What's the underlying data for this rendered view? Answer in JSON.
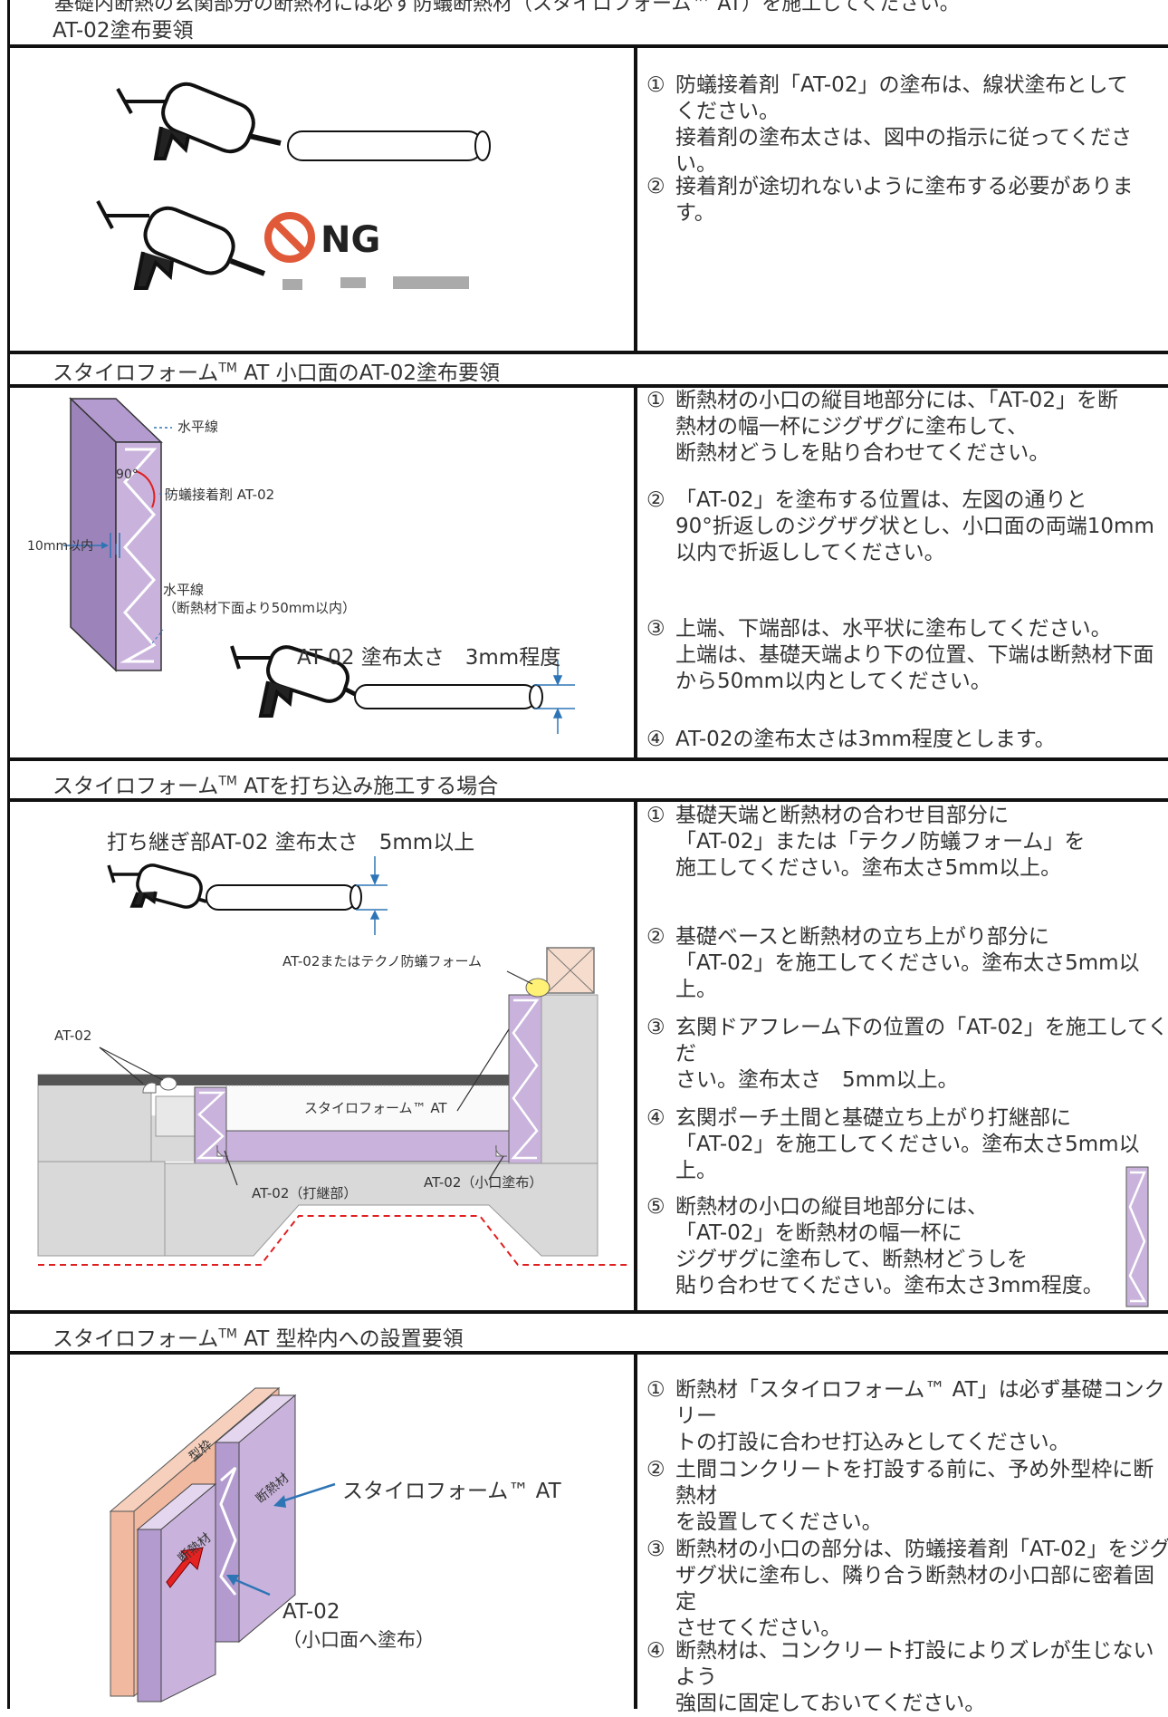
{
  "top_cut_text": "基礎内断熱の玄関部分の断熱材には必ず防蟻断熱材（スタイロフォーム™ AT）を施工してください。",
  "sections": [
    {
      "title": "AT-02塗布要領",
      "ng_label": "NG",
      "items": [
        {
          "num": "①",
          "text": "防蟻接着剤「AT-02」の塗布は、線状塗布として\nください。\n接着剤の塗布太さは、図中の指示に従ってください。"
        },
        {
          "num": "②",
          "text": "接着剤が途切れないように塗布する必要があります。"
        }
      ]
    },
    {
      "title_pre": "スタイロフォーム",
      "title_tm": "TM",
      "title_post": " AT  小口面のAT-02塗布要領",
      "labels": {
        "horizontal_line": "水平線",
        "angle": "90°",
        "adhesive": "防蟻接着剤 AT-02",
        "within_10mm": "10mm以内",
        "horizontal_line2": "水平線",
        "horizontal_line2_note": "（断熱材下面より50mm以内）",
        "thickness": "AT-02 塗布太さ　3mm程度"
      },
      "items": [
        {
          "num": "①",
          "text": "断熱材の小口の縦目地部分には、「AT-02」を断\n熱材の幅一杯にジグザグに塗布して、\n断熱材どうしを貼り合わせてください。"
        },
        {
          "num": "②",
          "text": "「AT-02」を塗布する位置は、左図の通りと\n90°折返しのジグザグ状とし、小口面の両端10mm\n以内で折返ししてください。"
        },
        {
          "num": "③",
          "text": "上端、下端部は、水平状に塗布してください。\n上端は、基礎天端より下の位置、下端は断熱材下面\nから50mm以内としてください。"
        },
        {
          "num": "④",
          "text": "AT-02の塗布太さは3mm程度とします。"
        }
      ]
    },
    {
      "title_pre": "スタイロフォーム",
      "title_tm": "TM",
      "title_post": " ATを打ち込み施工する場合",
      "labels": {
        "joint_thickness": "打ち継ぎ部AT-02 塗布太さ　5mm以上",
        "at02_or_foam": "AT-02またはテクノ防蟻フォーム",
        "at02": "AT-02",
        "styrofoam": "スタイロフォーム™ AT",
        "at02_joint": "AT-02（打継部）",
        "at02_edge": "AT-02（小口塗布）"
      },
      "items": [
        {
          "num": "①",
          "text": "基礎天端と断熱材の合わせ目部分に\n「AT-02」または「テクノ防蟻フォーム」を\n施工してください。塗布太さ5mm以上。"
        },
        {
          "num": "②",
          "text": "基礎ベースと断熱材の立ち上がり部分に\n「AT-02」を施工してください。塗布太さ5mm以上。"
        },
        {
          "num": "③",
          "text": "玄関ドアフレーム下の位置の「AT-02」を施工してくだ\nさい。塗布太さ　5mm以上。"
        },
        {
          "num": "④",
          "text": "玄関ポーチ土間と基礎立ち上がり打継部に\n「AT-02」を施工してください。塗布太さ5mm以上。"
        },
        {
          "num": "⑤",
          "text": "断熱材の小口の縦目地部分には、\n「AT-02」を断熱材の幅一杯に\nジグザグに塗布して、断熱材どうしを\n貼り合わせてください。塗布太さ3mm程度。"
        }
      ]
    },
    {
      "title_pre": "スタイロフォーム",
      "title_tm": "TM",
      "title_post": " AT  型枠内への設置要領",
      "labels": {
        "formwork": "型枠",
        "insulation_a": "断熱材",
        "insulation_b": "断熱材",
        "styrofoam": "スタイロフォーム™ AT",
        "at02": "AT-02",
        "at02_note": "（小口面へ塗布）"
      },
      "items": [
        {
          "num": "①",
          "text": "断熱材「スタイロフォーム™ AT」は必ず基礎コンクリー\nトの打設に合わせ打込みとしてください。"
        },
        {
          "num": "②",
          "text": "土間コンクリートを打設する前に、予め外型枠に断熱材\nを設置してください。"
        },
        {
          "num": "③",
          "text": "断熱材の小口の部分は、防蟻接着剤「AT-02」をジグ\nザグ状に塗布し、隣り合う断熱材の小口部に密着固定\nさせてください。"
        },
        {
          "num": "④",
          "text": "断熱材は、コンクリート打設によりズレが生じないよう\n強固に固定しておいてください。"
        }
      ]
    }
  ],
  "colors": {
    "insulation": "#c9b3dc",
    "insulation_dark": "#b49bcf",
    "concrete": "#d9d9d9",
    "dark_soil": "#555555",
    "formwork": "#f0b9a0",
    "ng_red": "#e05a3a",
    "dim_blue": "#2e75b6",
    "arrow_red": "#e52222"
  }
}
